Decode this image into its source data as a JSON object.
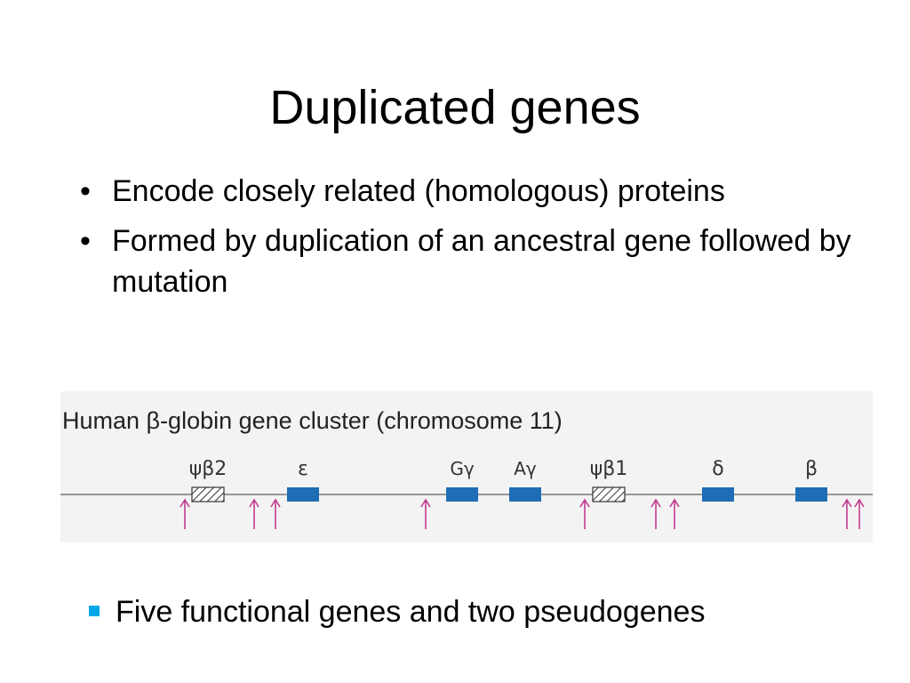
{
  "slide": {
    "title": "Duplicated genes",
    "bullets": [
      "Encode closely related (homologous) proteins",
      "Formed by duplication of an ancestral gene followed by mutation"
    ],
    "bullet_symbol": "•",
    "footer_bullet": "Five functional genes and two pseudogenes",
    "footer_bullet_color": "#00a8e8"
  },
  "figure": {
    "title": "Human β-globin gene cluster (chromosome 11)",
    "colors": {
      "functional_gene": "#1f6db5",
      "pseudogene_hatch": "#333333",
      "arrow": "#c23b8f",
      "chromosome_line": "#777777"
    },
    "genes": [
      {
        "label": "ψβ2",
        "kind": "pseudogene"
      },
      {
        "label": "ε",
        "kind": "functional"
      },
      {
        "label": "Gγ",
        "kind": "functional"
      },
      {
        "label": "Aγ",
        "kind": "functional"
      },
      {
        "label": "ψβ1",
        "kind": "pseudogene"
      },
      {
        "label": "δ",
        "kind": "functional"
      },
      {
        "label": "β",
        "kind": "functional"
      }
    ]
  }
}
